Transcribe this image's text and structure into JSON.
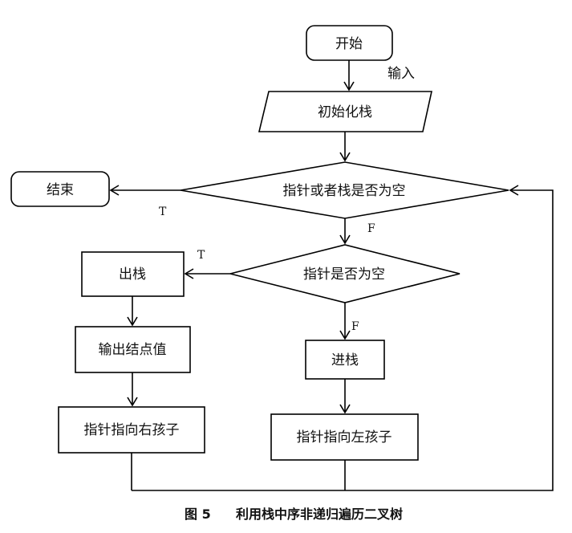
{
  "nodes": {
    "start": "开始",
    "input_label": "输入",
    "init_stack": "初始化栈",
    "decision_empty": "指针或者栈是否为空",
    "end": "结束",
    "decision_ptr_empty": "指针是否为空",
    "pop": "出栈",
    "output_node": "输出结点值",
    "ptr_to_right": "指针指向右孩子",
    "push": "进栈",
    "ptr_to_left": "指针指向左孩子"
  },
  "edge_labels": {
    "empty_true": "T",
    "empty_false": "F",
    "ptr_true": "T",
    "ptr_false": "F"
  },
  "caption": {
    "number": "图 5",
    "title": "利用栈中序非递归遍历二叉树"
  }
}
